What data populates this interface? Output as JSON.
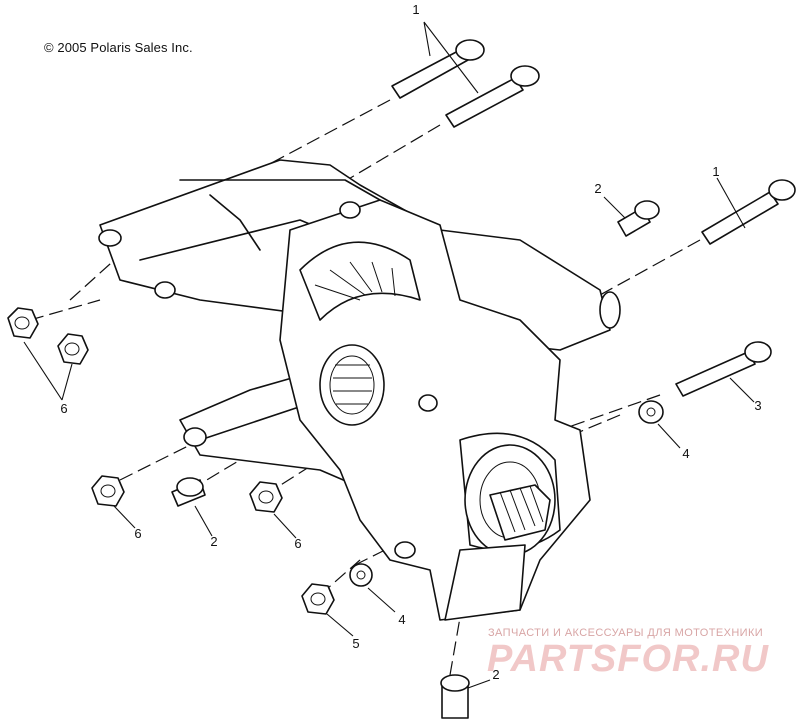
{
  "copyright": "© 2005 Polaris Sales Inc.",
  "callouts": [
    "1",
    "1",
    "2",
    "3",
    "4",
    "6",
    "6",
    "2",
    "6",
    "4",
    "5",
    "2"
  ],
  "watermark": {
    "tagline": "ЗАПЧАСТИ И АКСЕССУАРЫ ДЛЯ МОТОТЕХНИКИ",
    "logo": "PARTSFOR.RU"
  }
}
